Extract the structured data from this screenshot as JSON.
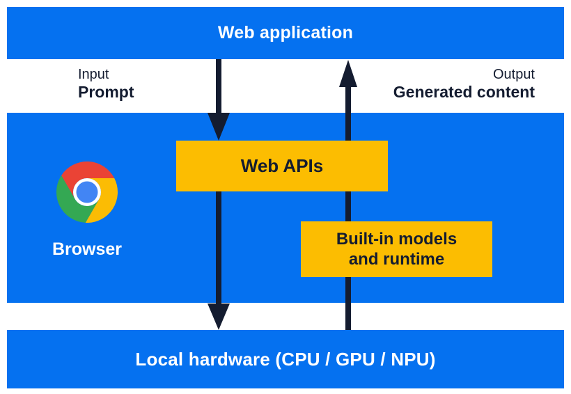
{
  "palette": {
    "panel_blue": "#0571F0",
    "accent_yellow": "#FCBD01",
    "ink_navy": "#141C30",
    "text_white": "#FFFFFF",
    "chrome_red": "#EA4335",
    "chrome_yellow": "#FBBC04",
    "chrome_green": "#34A853",
    "chrome_blue": "#4285F4"
  },
  "top_bar": {
    "label": "Web application"
  },
  "io_labels": {
    "input_title": "Input",
    "input_value": "Prompt",
    "output_title": "Output",
    "output_value": "Generated content"
  },
  "browser_panel": {
    "browser_label": "Browser",
    "web_apis_label": "Web APIs",
    "builtin_lines": [
      "Built-in models",
      "and runtime"
    ]
  },
  "bottom_bar": {
    "label": "Local hardware (CPU / GPU / NPU)"
  }
}
